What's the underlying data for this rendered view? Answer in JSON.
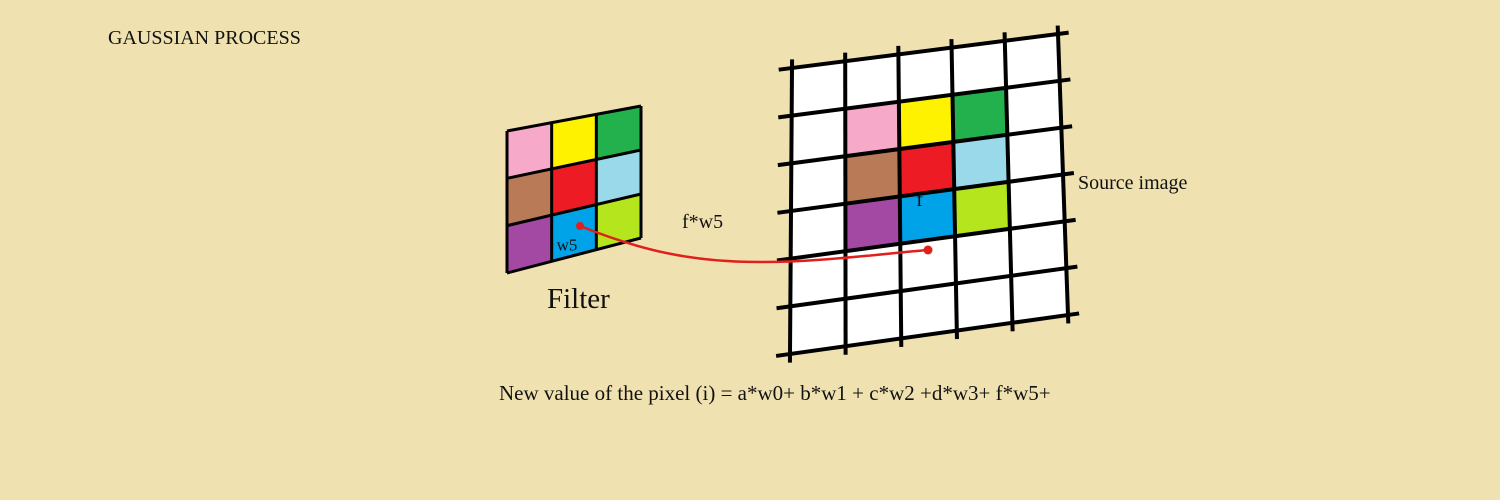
{
  "title": "GAUSSIAN PROCESS",
  "filter": {
    "caption": "Filter",
    "highlight_label": "w5",
    "colors": [
      [
        "#f6a9c8",
        "#fef200",
        "#22b14c"
      ],
      [
        "#b97a57",
        "#ed1c24",
        "#99d9ea"
      ],
      [
        "#a349a4",
        "#00a2e8",
        "#b5e61d"
      ]
    ]
  },
  "source": {
    "caption": "Source image",
    "highlight_label": "f",
    "colors": [
      [
        "#f6a9c8",
        "#fef200",
        "#22b14c"
      ],
      [
        "#b97a57",
        "#ed1c24",
        "#99d9ea"
      ],
      [
        "#a349a4",
        "#00a2e8",
        "#b5e61d"
      ]
    ]
  },
  "arrow_label": "f*w5",
  "formula": "New value of the pixel (i) = a*w0+ b*w1 + c*w2 +d*w3+ f*w5+",
  "colors": {
    "background": "#f0e2b0",
    "connector": "#e0201c",
    "grid_line": "#000000"
  }
}
